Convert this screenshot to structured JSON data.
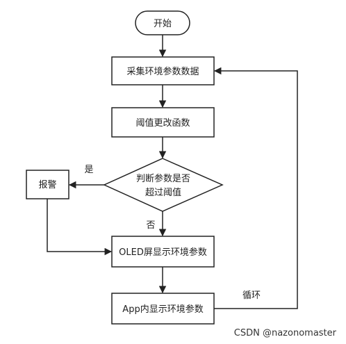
{
  "nodes": {
    "start": "开始",
    "collect": "采集环境参数数据",
    "threshold": "阈值更改函数",
    "decision_line1": "判断参数是否",
    "decision_line2": "超过阈值",
    "alarm": "报警",
    "oled": "OLED屏显示环境参数",
    "app": "App内显示环境参数"
  },
  "edge_labels": {
    "yes": "是",
    "no": "否",
    "loop": "循环"
  },
  "watermark": "CSDN @nazonomaster"
}
